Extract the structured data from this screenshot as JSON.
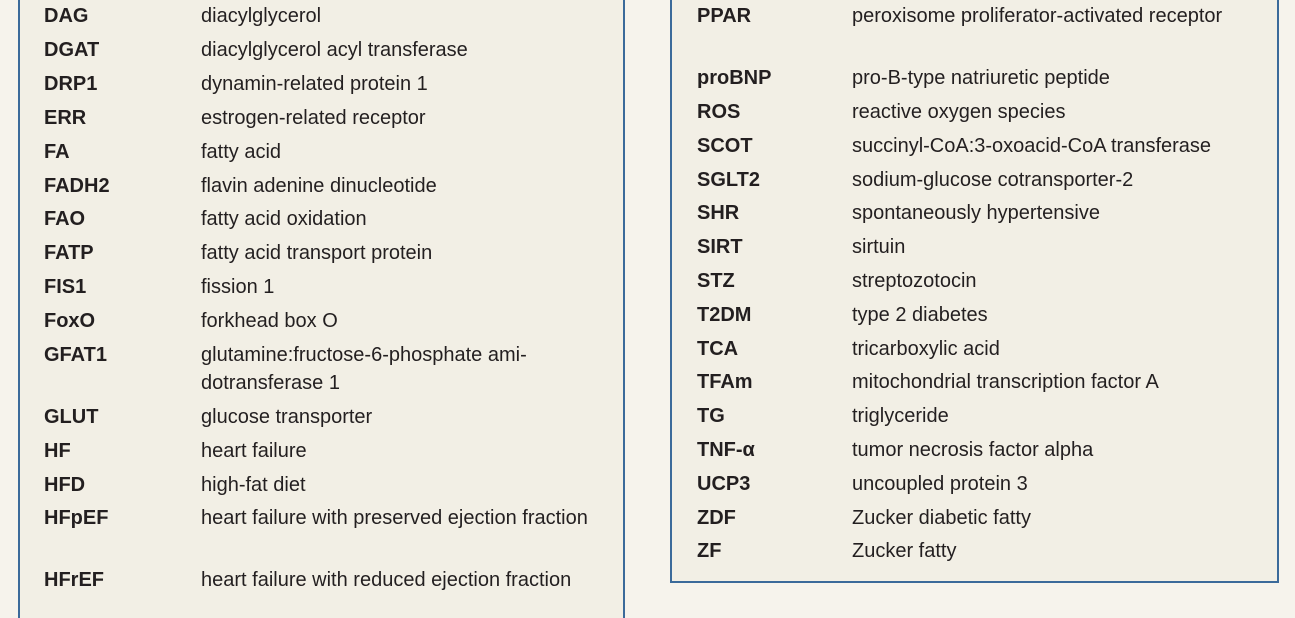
{
  "left_column": {
    "entries": [
      {
        "abbr": "DAG",
        "def": "diacylglycerol"
      },
      {
        "abbr": "DGAT",
        "def": "diacylglycerol acyl transferase"
      },
      {
        "abbr": "DRP1",
        "def": "dynamin-related protein 1"
      },
      {
        "abbr": "ERR",
        "def": "estrogen-related receptor"
      },
      {
        "abbr": "FA",
        "def": "fatty acid"
      },
      {
        "abbr": "FADH2",
        "def": "flavin adenine dinucleotide"
      },
      {
        "abbr": "FAO",
        "def": "fatty acid oxidation"
      },
      {
        "abbr": "FATP",
        "def": "fatty acid transport protein"
      },
      {
        "abbr": "FIS1",
        "def": "fission 1"
      },
      {
        "abbr": "FoxO",
        "def": "forkhead box O"
      },
      {
        "abbr": "GFAT1",
        "def": "glutamine:fructose-6-phosphate ami-dotransferase 1"
      },
      {
        "abbr": "GLUT",
        "def": "glucose transporter"
      },
      {
        "abbr": "HF",
        "def": "heart failure"
      },
      {
        "abbr": "HFD",
        "def": "high-fat diet"
      },
      {
        "abbr": "HFpEF",
        "def": "heart failure with preserved ejection fraction"
      },
      {
        "abbr": "HFrEF",
        "def": "heart failure with reduced ejection fraction"
      }
    ]
  },
  "right_column": {
    "entries": [
      {
        "abbr": "PPAR",
        "def": "peroxisome proliferator-activated receptor"
      },
      {
        "abbr": "proBNP",
        "def": "pro-B-type natriuretic peptide"
      },
      {
        "abbr": "ROS",
        "def": "reactive oxygen species"
      },
      {
        "abbr": "SCOT",
        "def": "succinyl-CoA:3-oxoacid-CoA transferase"
      },
      {
        "abbr": "SGLT2",
        "def": "sodium-glucose cotransporter-2"
      },
      {
        "abbr": "SHR",
        "def": "spontaneously hypertensive"
      },
      {
        "abbr": "SIRT",
        "def": "sirtuin"
      },
      {
        "abbr": "STZ",
        "def": "streptozotocin"
      },
      {
        "abbr": "T2DM",
        "def": "type 2 diabetes"
      },
      {
        "abbr": "TCA",
        "def": "tricarboxylic acid"
      },
      {
        "abbr": "TFAm",
        "def": "mitochondrial transcription factor A"
      },
      {
        "abbr": "TG",
        "def": "triglyceride"
      },
      {
        "abbr": "TNF-α",
        "def": "tumor necrosis factor alpha"
      },
      {
        "abbr": "UCP3",
        "def": "uncoupled protein 3"
      },
      {
        "abbr": "ZDF",
        "def": "Zucker diabetic fatty"
      },
      {
        "abbr": "ZF",
        "def": "Zucker fatty"
      }
    ]
  },
  "colors": {
    "box_border": "#3b6a9a",
    "box_fill": "#f2efe5",
    "page_bg": "#f6f3ec",
    "text": "#231f20"
  }
}
